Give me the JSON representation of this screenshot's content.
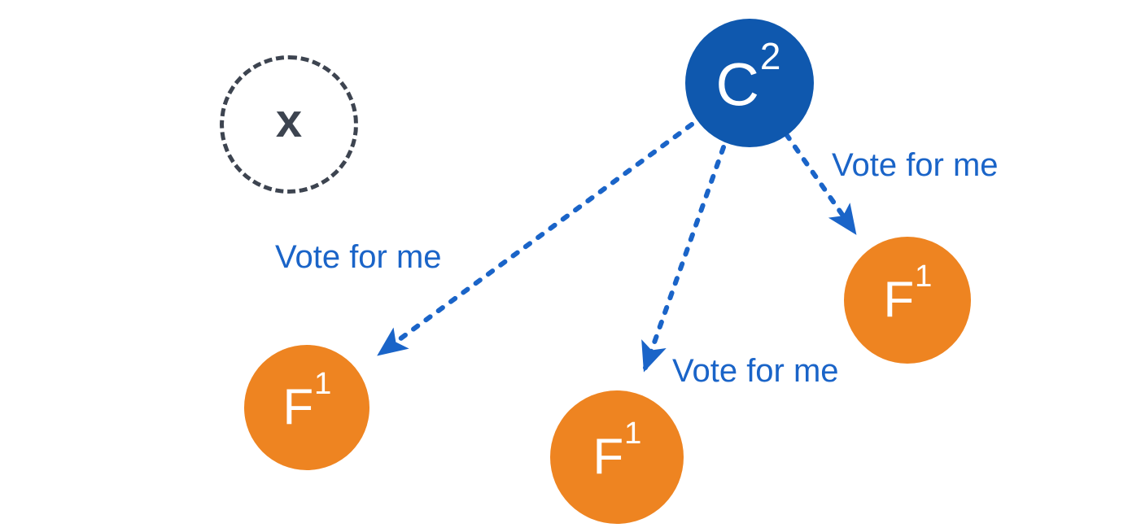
{
  "colors": {
    "background": "#ffffff",
    "candidate_blue": "#0f58ae",
    "follower_orange": "#ee8421",
    "message_blue": "#1a64c8",
    "failed_gray": "#3d4450"
  },
  "diagram": {
    "nodes": {
      "failed": {
        "label": "x"
      },
      "candidate": {
        "letter": "C",
        "term": "2"
      },
      "follower_left": {
        "letter": "F",
        "term": "1"
      },
      "follower_middle": {
        "letter": "F",
        "term": "1"
      },
      "follower_right": {
        "letter": "F",
        "term": "1"
      }
    },
    "edges": [
      {
        "label": "Vote for me"
      },
      {
        "label": "Vote for me"
      },
      {
        "label": "Vote for me"
      }
    ]
  }
}
